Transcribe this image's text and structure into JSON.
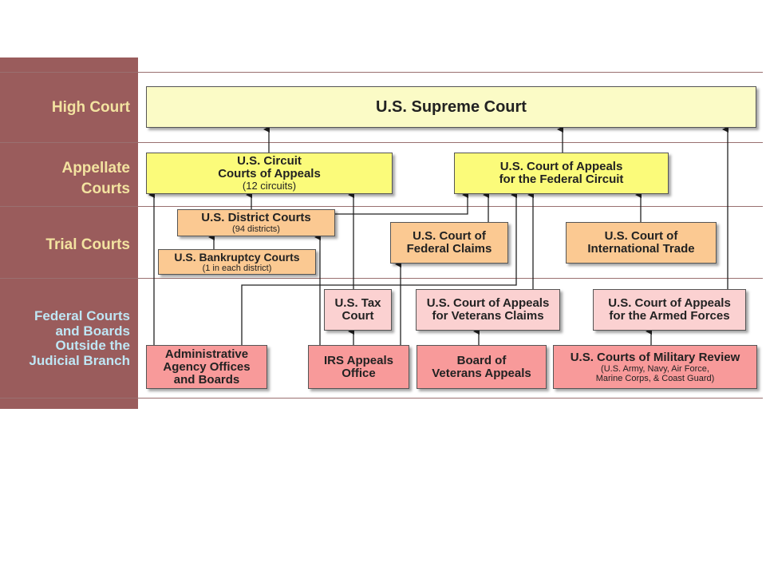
{
  "rows": {
    "high": "High Court",
    "appellate": [
      "Appellate",
      "Courts"
    ],
    "trial": "Trial Courts",
    "outside": [
      "Federal Courts",
      "and Boards",
      "Outside the",
      "Judicial Branch"
    ]
  },
  "courts": {
    "supreme": "U.S. Supreme Court",
    "circuit": {
      "lines": [
        "U.S. Circuit",
        "Courts of Appeals"
      ],
      "sub": "(12 circuits)"
    },
    "federal_circuit": {
      "lines": [
        "U.S. Court of Appeals",
        "for the Federal Circuit"
      ]
    },
    "district": {
      "lines": [
        "U.S. District Courts"
      ],
      "sub": "(94 districts)"
    },
    "bankruptcy": {
      "lines": [
        "U.S. Bankruptcy Courts"
      ],
      "sub": "(1 in each district)"
    },
    "federal_claims": {
      "lines": [
        "U.S. Court of",
        "Federal Claims"
      ]
    },
    "international_trade": {
      "lines": [
        "U.S. Court of",
        "International Trade"
      ]
    },
    "tax": {
      "lines": [
        "U.S. Tax",
        "Court"
      ]
    },
    "veterans_claims": {
      "lines": [
        "U.S. Court of Appeals",
        "for Veterans Claims"
      ]
    },
    "armed_forces": {
      "lines": [
        "U.S. Court of Appeals",
        "for the Armed Forces"
      ]
    },
    "admin": {
      "lines": [
        "Administrative",
        "Agency Offices",
        "and Boards"
      ]
    },
    "irs": {
      "lines": [
        "IRS Appeals",
        "Office"
      ]
    },
    "veterans_board": {
      "lines": [
        "Board of",
        "Veterans Appeals"
      ]
    },
    "military_review": {
      "lines": [
        "U.S. Courts of Military Review"
      ],
      "sub": [
        "(U.S. Army, Navy, Air Force,",
        "Marine Corps, & Coast Guard)"
      ]
    }
  },
  "colors": {
    "sidebar": "#9a5c5c",
    "label_text": "#f3e3a0",
    "outside_label_text": "#bfe6f4",
    "high_court_box": "#fbfbc6",
    "appellate_box": "#fbfb7a",
    "trial_box": "#fbc992",
    "outside_appeals_box": "#fbd1d1",
    "outside_office_box": "#f89a9a"
  }
}
